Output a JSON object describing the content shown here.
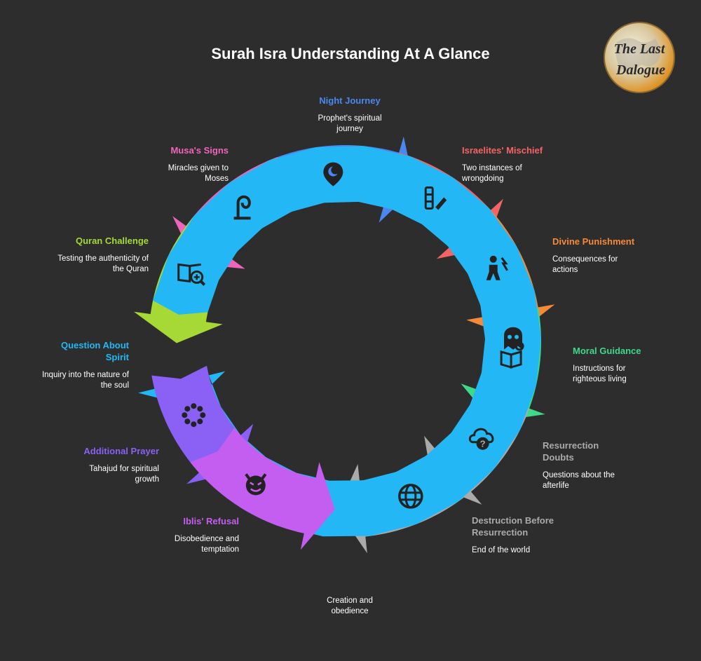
{
  "title": "Surah Isra Understanding At A Glance",
  "logo": {
    "line1": "The Last",
    "line2": "Dalogue"
  },
  "stages": [
    {
      "id": "night-journey",
      "title": "Night Journey",
      "desc": "Prophet's spiritual journey",
      "color": "#4b87f0",
      "icon": "star-crescent-pin-icon"
    },
    {
      "id": "israelites-mischief",
      "title": "Israelites' Mischief",
      "desc": "Two instances of wrongdoing",
      "color": "#f36565",
      "icon": "document-pen-icon"
    },
    {
      "id": "divine-punishment",
      "title": "Divine Punishment",
      "desc": "Consequences for actions",
      "color": "#f58a37",
      "icon": "lightning-figure-icon"
    },
    {
      "id": "moral-guidance",
      "title": "Moral Guidance",
      "desc": "Instructions for righteous living",
      "color": "#3ed98a",
      "icon": "book-lightbulb-icon"
    },
    {
      "id": "resurrection-doubts",
      "title": "Resurrection Doubts",
      "desc": "Questions about the afterlife",
      "color": "#aaaaaa",
      "icon": "cloud-question-icon"
    },
    {
      "id": "destruction-before-resurrection",
      "title": "Destruction Before Resurrection",
      "desc": "End of the world",
      "color": "#aaaaaa",
      "icon": "globe-icon"
    },
    {
      "id": "creation-obedience",
      "title": "",
      "desc": "Creation and obedience",
      "color": "#ffffff",
      "icon": ""
    },
    {
      "id": "iblis-refusal",
      "title": "Iblis' Refusal",
      "desc": "Disobedience and temptation",
      "color": "#c45ef0",
      "icon": "devil-face-icon"
    },
    {
      "id": "additional-prayer",
      "title": "Additional Prayer",
      "desc": "Tahajud for spiritual growth",
      "color": "#8a60f5",
      "icon": "prayer-beads-icon"
    },
    {
      "id": "question-about-spirit",
      "title": "Question About Spirit",
      "desc": "Inquiry into the nature of the soul",
      "color": "#23b8f5",
      "icon": "ghost-icon"
    },
    {
      "id": "quran-challenge",
      "title": "Quran Challenge",
      "desc": "Testing the authenticity of the Quran",
      "color": "#a6d936",
      "icon": "book-magnifier-icon"
    },
    {
      "id": "musas-signs",
      "title": "Musa's Signs",
      "desc": "Miracles given to Moses",
      "color": "#f065bc",
      "icon": "staff-serpent-icon"
    }
  ]
}
